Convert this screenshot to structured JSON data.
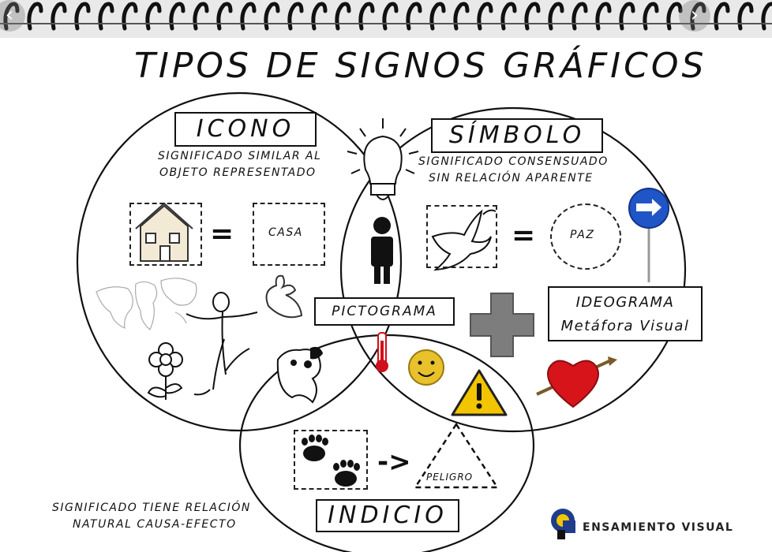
{
  "title": "TIPOS DE SIGNOS GRÁFICOS",
  "icono": {
    "label": "ICONO",
    "description_line1": "SIGNIFICADO SIMILAR AL",
    "description_line2": "OBJETO REPRESENTADO",
    "example_word": "CASA",
    "equals": "="
  },
  "simbolo": {
    "label": "SÍMBOLO",
    "description_line1": "SIGNIFICADO CONSENSUADO",
    "description_line2": "SIN RELACIÓN APARENTE",
    "example_word": "PAZ",
    "equals": "="
  },
  "pictograma": {
    "label": "PICTOGRAMA"
  },
  "ideograma": {
    "label_line1": "IDEOGRAMA",
    "label_line2": "Metáfora Visual"
  },
  "indicio": {
    "label": "INDICIO",
    "description_line1": "SIGNIFICADO TIENE RELACIÓN",
    "description_line2": "NATURAL CAUSA-EFECTO",
    "arrow": "->",
    "example_word": "PELIGRO"
  },
  "brand": {
    "text": "ENSAMIENTO VISUAL"
  },
  "icons": [
    "lightbulb-icon",
    "house-icon",
    "dove-icon",
    "road-sign-icon",
    "person-pictogram-icon",
    "world-map-icon",
    "stick-figure-icon",
    "rabbit-icon",
    "flower-icon",
    "dog-icon",
    "thermometer-icon",
    "smiley-icon",
    "warning-icon",
    "plus-icon",
    "heart-arrow-icon",
    "paw-prints-icon",
    "brand-logo-icon"
  ],
  "colors": {
    "ink": "#111111",
    "warning": "#f2c500",
    "heart": "#d7141a",
    "sign_blue": "#1f55c6",
    "thermometer": "#d0101a",
    "plus": "#7d7d7d"
  }
}
